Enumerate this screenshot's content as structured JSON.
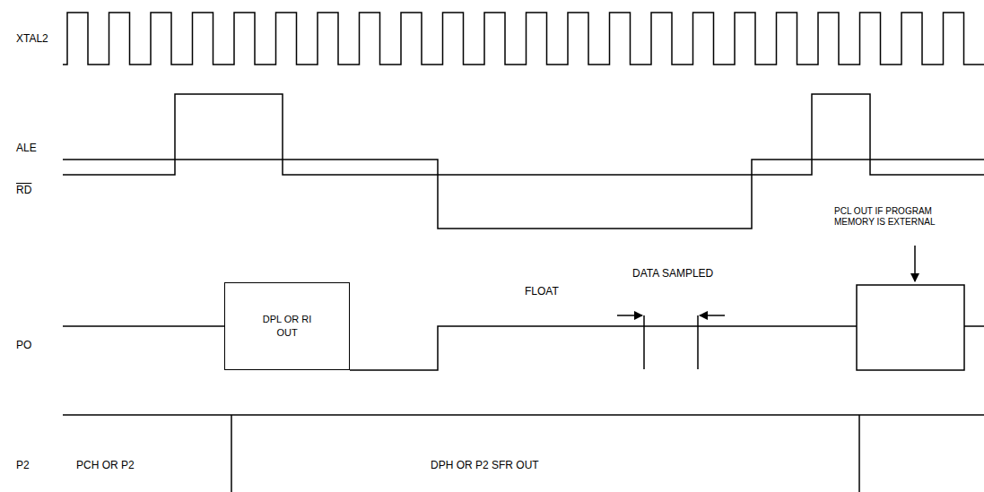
{
  "diagram": {
    "nodes": [
      {
        "text": [
          "DPL OR RI OUT"
        ]
      }
    ],
    "labels": [
      "XTAL2",
      "ALE",
      "RD",
      "PO",
      "FLOAT",
      "DATA SAMPLED",
      "PCL OUT IF PROGRAM MEMORY IS EXTERNAL",
      "P2",
      "PCH OR P2",
      "DPH OR P2 SFR OUT"
    ]
  }
}
